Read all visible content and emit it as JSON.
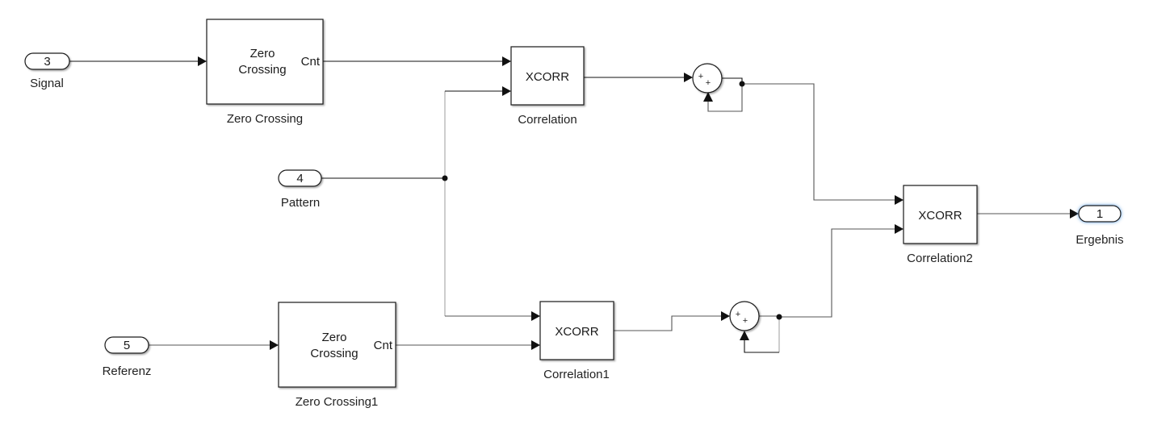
{
  "diagram": {
    "inports": [
      {
        "number": "3",
        "label": "Signal"
      },
      {
        "number": "4",
        "label": "Pattern"
      },
      {
        "number": "5",
        "label": "Referenz"
      }
    ],
    "outports": [
      {
        "number": "1",
        "label": "Ergebnis",
        "selected": true
      }
    ],
    "zero_crossing_blocks": [
      {
        "name": "Zero Crossing",
        "inner_line1": "Zero",
        "inner_line2": "Crossing",
        "port_label": "Cnt"
      },
      {
        "name": "Zero Crossing1",
        "inner_line1": "Zero",
        "inner_line2": "Crossing",
        "port_label": "Cnt"
      }
    ],
    "correlation_blocks": [
      {
        "name": "Correlation",
        "inner": "XCORR"
      },
      {
        "name": "Correlation1",
        "inner": "XCORR"
      },
      {
        "name": "Correlation2",
        "inner": "XCORR"
      }
    ],
    "sum_blocks": [
      {
        "signs": [
          "+",
          "+"
        ]
      },
      {
        "signs": [
          "+",
          "+"
        ]
      }
    ]
  }
}
